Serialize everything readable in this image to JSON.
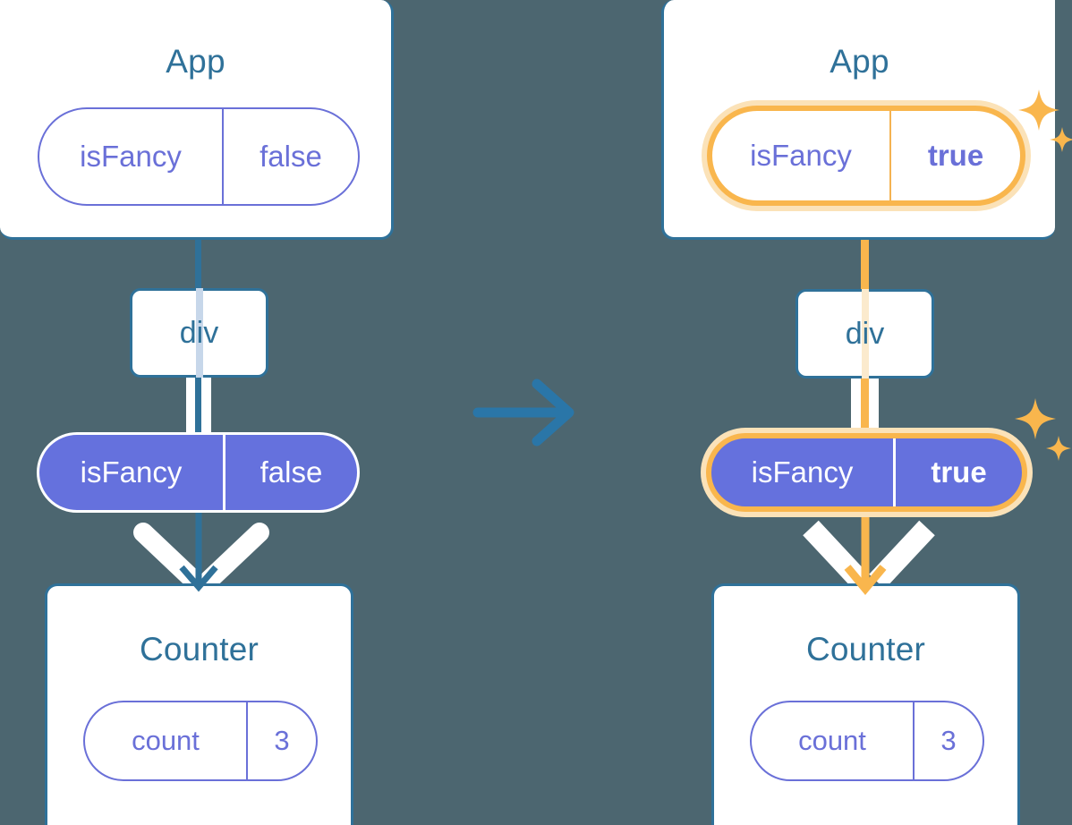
{
  "diagram": {
    "title": "React state update propagation diagram",
    "background_color": "#4c6670",
    "transition_arrow": "arrow-right",
    "colors": {
      "card_border": "#2f7199",
      "card_title_text": "#2f7199",
      "pill_purple_fill": "#6571dd",
      "pill_purple_text": "#6a70d8",
      "highlight_amber": "#f9b64d",
      "highlight_glow": "#fbe2b8",
      "thread_blue": "#c7d7ea",
      "thread_amber": "#fbeacd",
      "white": "#ffffff"
    }
  },
  "before": {
    "app": {
      "title": "App",
      "state_pill": {
        "name": "isFancy",
        "value": "false",
        "style": "outline",
        "highlighted": false
      }
    },
    "div_node": {
      "label": "div",
      "thread": "blue"
    },
    "prop_pill": {
      "name": "isFancy",
      "value": "false",
      "style": "filled",
      "highlighted": false
    },
    "counter": {
      "title": "Counter",
      "state_pill": {
        "name": "count",
        "value": "3",
        "style": "outline",
        "highlighted": false
      }
    }
  },
  "after": {
    "app": {
      "title": "App",
      "state_pill": {
        "name": "isFancy",
        "value": "true",
        "style": "outline",
        "highlighted": true
      },
      "sparkle": "sparkles-icon"
    },
    "div_node": {
      "label": "div",
      "thread": "amber"
    },
    "prop_pill": {
      "name": "isFancy",
      "value": "true",
      "style": "filled",
      "highlighted": true,
      "sparkle": "sparkles-icon"
    },
    "counter": {
      "title": "Counter",
      "state_pill": {
        "name": "count",
        "value": "3",
        "style": "outline",
        "highlighted": false
      }
    }
  }
}
